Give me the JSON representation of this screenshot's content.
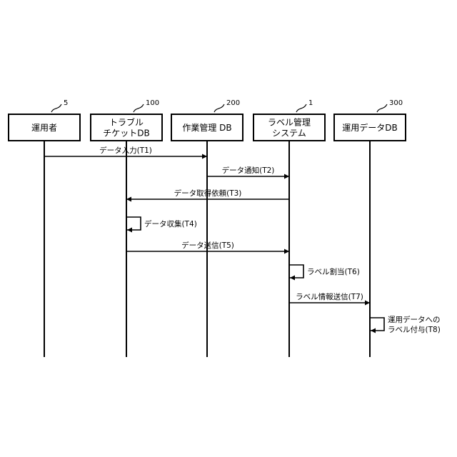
{
  "participants": [
    {
      "id": "p1",
      "lines": [
        "運用者"
      ],
      "ref": "5"
    },
    {
      "id": "p2",
      "lines": [
        "トラブル",
        "チケットDB"
      ],
      "ref": "100"
    },
    {
      "id": "p3",
      "lines": [
        "作業管理 DB"
      ],
      "ref": "200"
    },
    {
      "id": "p4",
      "lines": [
        "ラベル管理",
        "システム"
      ],
      "ref": "1"
    },
    {
      "id": "p5",
      "lines": [
        "運用データDB"
      ],
      "ref": "300"
    }
  ],
  "messages": [
    {
      "from": 0,
      "to": 2,
      "lines": [
        "データ入力(T1)"
      ]
    },
    {
      "from": 2,
      "to": 3,
      "lines": [
        "データ通知(T2)"
      ]
    },
    {
      "from": 3,
      "to": 1,
      "lines": [
        "データ取得依頼(T3)"
      ]
    },
    {
      "from": 1,
      "to": 1,
      "lines": [
        "データ収集(T4)"
      ]
    },
    {
      "from": 1,
      "to": 3,
      "lines": [
        "データ送信(T5)"
      ]
    },
    {
      "from": 3,
      "to": 3,
      "lines": [
        "ラベル割当(T6)"
      ]
    },
    {
      "from": 3,
      "to": 4,
      "lines": [
        "ラベル情報送信(T7)"
      ]
    },
    {
      "from": 4,
      "to": 4,
      "lines": [
        "運用データへの",
        "ラベル付与(T8)"
      ]
    }
  ]
}
